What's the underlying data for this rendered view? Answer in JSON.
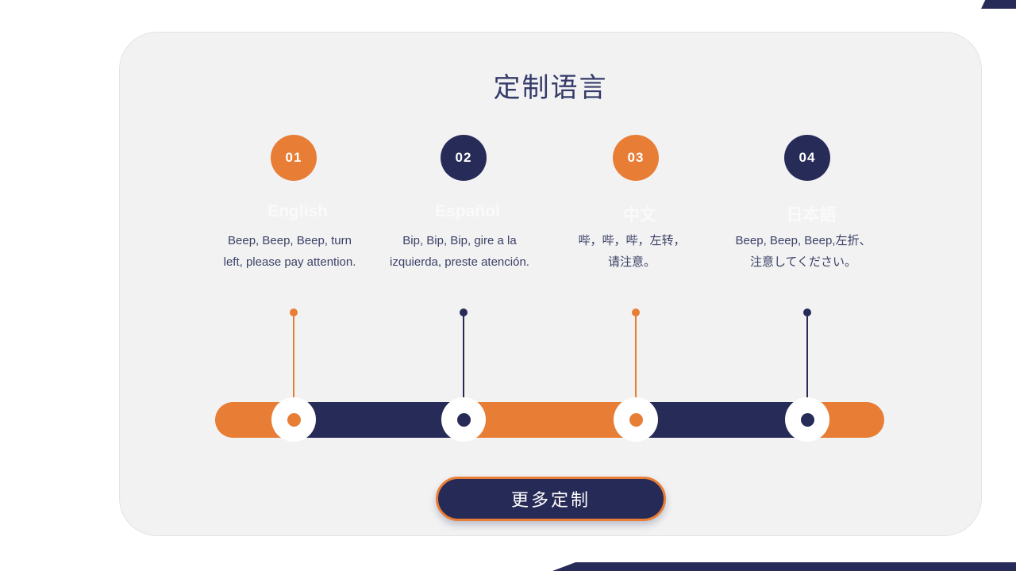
{
  "title": "定制语言",
  "colors": {
    "orange": "#E87D35",
    "navy": "#272B58",
    "card_bg": "#F2F2F3",
    "page_bg": "#FFFFFF",
    "title_text": "#353B69",
    "body_text": "#3C4166",
    "ghost_heading": "#FAFAF9"
  },
  "steps": [
    {
      "number": "01",
      "badge_color": "orange",
      "language": "English",
      "lines": [
        "Beep, Beep, Beep, turn",
        "left, please pay attention."
      ]
    },
    {
      "number": "02",
      "badge_color": "navy",
      "language": "Español",
      "lines": [
        "Bip, Bip, Bip, gire a la",
        "izquierda, preste atención."
      ]
    },
    {
      "number": "03",
      "badge_color": "orange",
      "language": "中文",
      "lines": [
        "哔，哔，哔，左转，",
        "请注意。"
      ]
    },
    {
      "number": "04",
      "badge_color": "navy",
      "language": "日本語",
      "lines": [
        "Beep, Beep, Beep,左折、",
        "注意してください。"
      ]
    }
  ],
  "button": {
    "label": "更多定制"
  }
}
